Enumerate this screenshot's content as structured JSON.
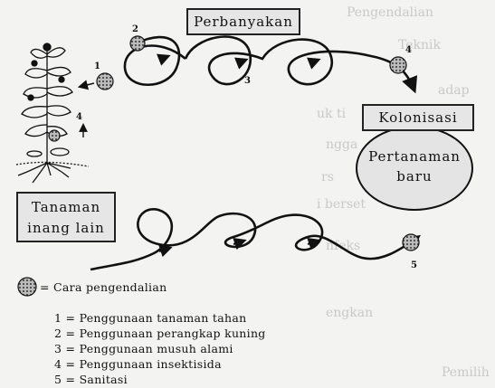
{
  "boxes": {
    "propagation": "Perbanyakan",
    "colonization": "Kolonisasi",
    "new_crop": "Pertanaman baru",
    "other_host": "Tanaman inang lain"
  },
  "stage_markers": [
    "1",
    "2",
    "3",
    "4",
    "4",
    "5"
  ],
  "legend": {
    "symbol_label": "= Cara pengendalian",
    "items": [
      "1 = Penggunaan tanaman tahan",
      "2 = Penggunaan perangkap kuning",
      "3 = Penggunaan musuh alami",
      "4 = Penggunaan insektisida",
      "5 = Sanitasi"
    ]
  },
  "background_text": [
    "Pengendalian",
    "Teknik",
    "adap",
    "uk ti",
    "ngga",
    "rs",
    "i berset",
    "nfeks",
    "engkan",
    "Pemilih"
  ],
  "colors": {
    "ink": "#111111",
    "box_fill": "#e6e6e6",
    "ellipse_fill": "#e4e4e4",
    "page": "#f3f3f1"
  }
}
